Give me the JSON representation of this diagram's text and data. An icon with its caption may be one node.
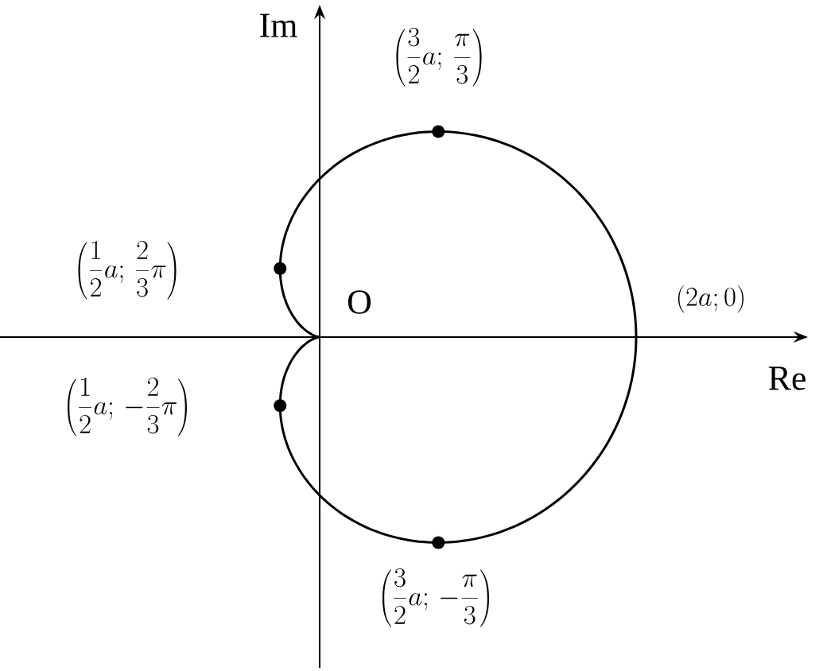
{
  "diagram": {
    "labels": [
      "Im",
      "\\left(\\frac{3}{2}a;\\,\\frac{\\pi}{3}\\right)",
      "\\left(\\frac{1}{2}a;\\,\\frac{2}{3}\\pi\\right)",
      "O",
      "(2a;0)",
      "Re",
      "\\left(\\frac{1}{2}a;\\,-\\frac{2}{3}\\pi\\right)",
      "\\left(\\frac{3}{2}a;\\,-\\frac{\\pi}{3}\\right)"
    ]
  }
}
